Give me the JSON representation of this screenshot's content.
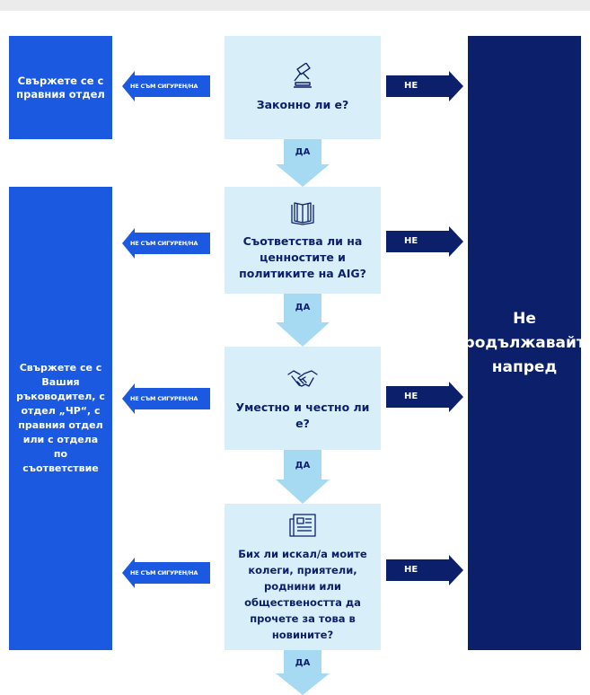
{
  "left_top_box": "Свържете се с правния отдел",
  "left_big_box": "Свържете се с Вашия ръководител, с отдел „ЧР“, с правния отдел или с отдела по съответствие",
  "right_box": "Не продължавайте напред",
  "steps": [
    {
      "icon": "gavel-icon",
      "question": "Законно ли е?"
    },
    {
      "icon": "book-icon",
      "question": "Съответства ли на ценностите и политиките на AIG?"
    },
    {
      "icon": "handshake-icon",
      "question": "Уместно и честно ли е?"
    },
    {
      "icon": "newspaper-icon",
      "question": "Бих ли искал/а моите колеги, приятели, роднини или обществеността да прочете за това в новините?"
    }
  ],
  "labels": {
    "unsure": "НЕ СЪМ СИГУРЕН/НА",
    "no": "НЕ",
    "yes": "ДА"
  },
  "colors": {
    "bright_blue": "#1b5ae0",
    "navy": "#0c1f6b",
    "light_blue": "#d8effa",
    "arrow_light": "#a6daf3"
  }
}
